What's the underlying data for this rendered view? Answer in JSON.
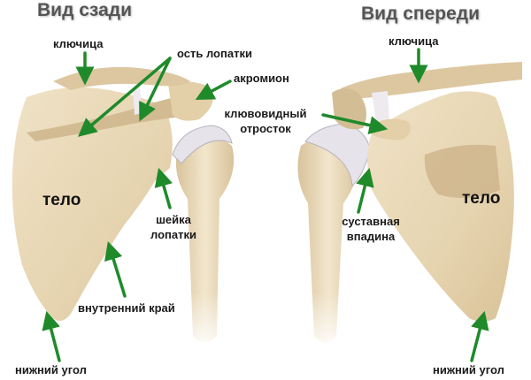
{
  "titles": {
    "back_view": "Вид сзади",
    "front_view": "Вид спереди"
  },
  "back_labels": {
    "clavicle": "ключица",
    "scapular_spine": "ость лопатки",
    "acromion": "акромион",
    "body": "тело",
    "neck_line1": "шейка",
    "neck_line2": "лопатки",
    "medial_border": "внутренний край",
    "inferior_angle": "нижний угол"
  },
  "front_labels": {
    "clavicle": "ключица",
    "coracoid_line1": "клювовидный",
    "coracoid_line2": "отросток",
    "body": "тело",
    "glenoid_line1": "суставная",
    "glenoid_line2": "впадина",
    "inferior_angle": "нижний угол"
  },
  "colors": {
    "bone": "#e8d8b8",
    "bone_shadow": "#c9b08a",
    "bone_dark": "#b89a72",
    "cartilage": "#e6e3ea",
    "arrow": "#1f8a2a",
    "text": "#1a1a1a",
    "title": "#555555"
  }
}
